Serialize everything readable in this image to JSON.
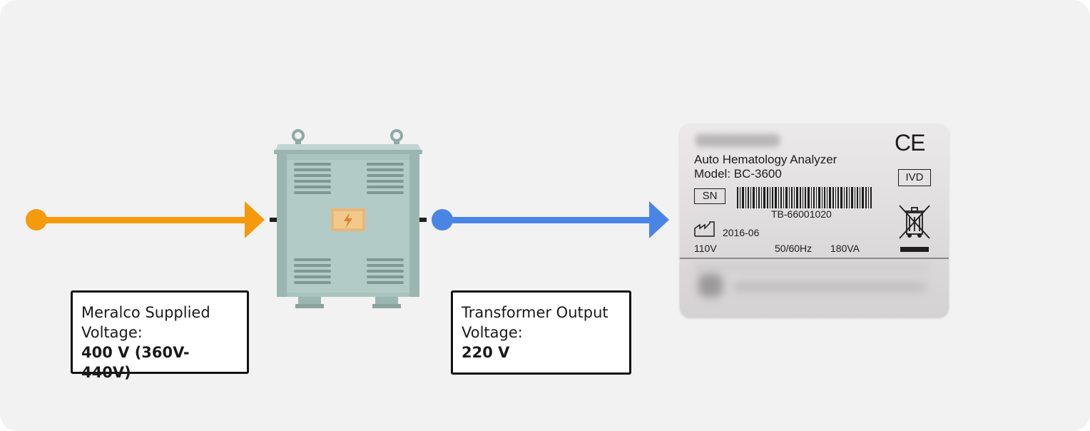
{
  "input_callout": {
    "line1": "Meralco Supplied",
    "line2": "Voltage:",
    "value": "400 V (360V-440V)"
  },
  "output_callout": {
    "line1": "Transformer Output",
    "line2": "Voltage:",
    "value": "220 V"
  },
  "device_label": {
    "device_name": "Auto Hematology Analyzer",
    "model": "Model: BC-3600",
    "ce_mark": "CE",
    "ivd": "IVD",
    "sn_label": "SN",
    "serial_number": "TB-66001020",
    "manufacture_date": "2016-06",
    "voltage": "110V",
    "frequency": "50/60Hz",
    "power": "180VA"
  },
  "colors": {
    "input_wire": "#f59a0c",
    "output_wire": "#4a85e6",
    "transformer_body": "#a9c3bd",
    "transformer_warning": "#f2c98a"
  },
  "icons": [
    "transformer-icon",
    "lightning-icon",
    "factory-icon",
    "weee-bin-icon",
    "barcode-icon"
  ]
}
